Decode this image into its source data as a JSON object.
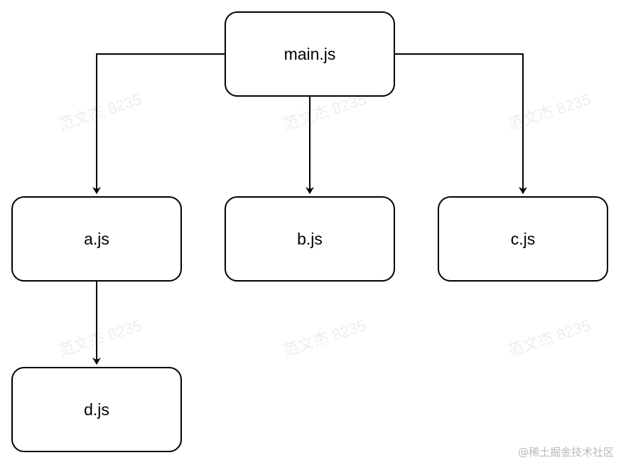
{
  "nodes": {
    "main": "main.js",
    "a": "a.js",
    "b": "b.js",
    "c": "c.js",
    "d": "d.js"
  },
  "edges": [
    {
      "from": "main.js",
      "to": "a.js"
    },
    {
      "from": "main.js",
      "to": "b.js"
    },
    {
      "from": "main.js",
      "to": "c.js"
    },
    {
      "from": "a.js",
      "to": "d.js"
    }
  ],
  "watermark": "范文杰 8235",
  "credit": "@稀土掘金技术社区",
  "colors": {
    "line": "#000000",
    "background": "#ffffff"
  }
}
